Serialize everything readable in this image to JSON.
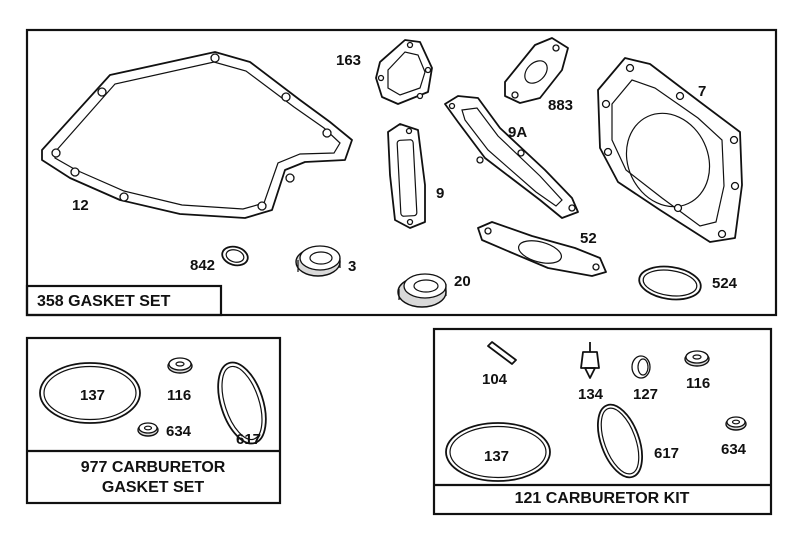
{
  "kits": {
    "gasket_set": {
      "caption": "358 GASKET SET",
      "parts": {
        "p163": "163",
        "p883": "883",
        "p7": "7",
        "p9a": "9A",
        "p12": "12",
        "p9": "9",
        "p52": "52",
        "p842": "842",
        "p3": "3",
        "p20": "20",
        "p524": "524"
      }
    },
    "carb_gasket_set": {
      "caption_line1": "977 CARBURETOR",
      "caption_line2": "GASKET SET",
      "parts": {
        "p137": "137",
        "p116": "116",
        "p634": "634",
        "p617": "617"
      }
    },
    "carb_kit": {
      "caption": "121 CARBURETOR KIT",
      "parts": {
        "p104": "104",
        "p134": "134",
        "p127": "127",
        "p116": "116",
        "p137": "137",
        "p617": "617",
        "p634": "634"
      }
    }
  }
}
